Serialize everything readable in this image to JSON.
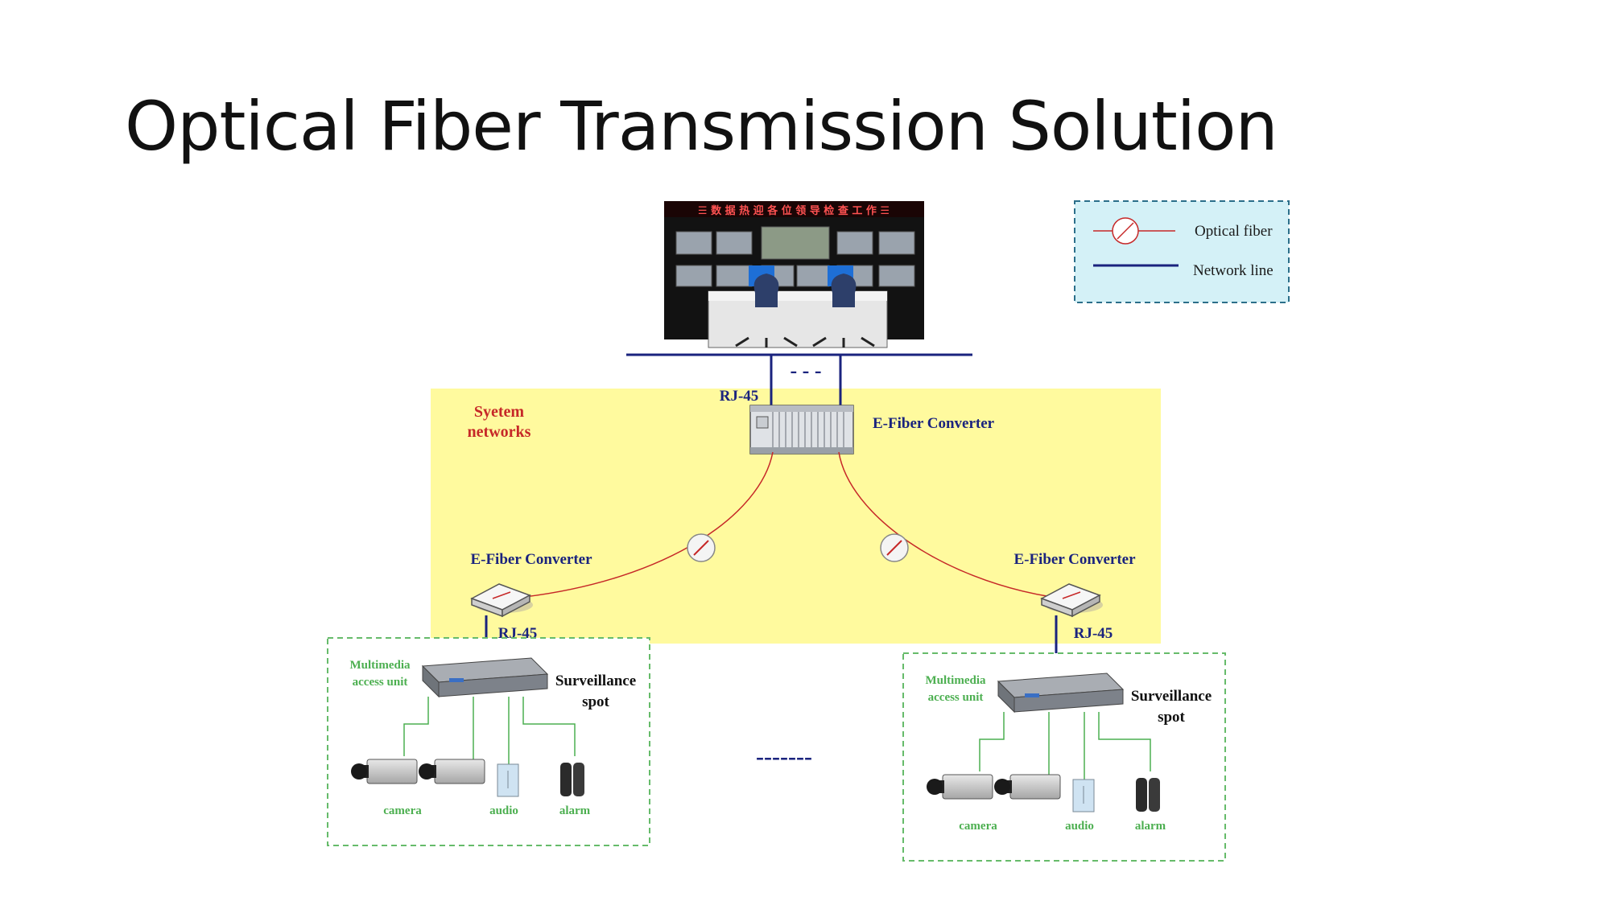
{
  "slide": {
    "title": "Optical Fiber Transmission Solution"
  },
  "legend": {
    "optical_fiber": "Optical fiber",
    "network_line": "Network line"
  },
  "control_center": {
    "led_banner": "☰ 数 据 热 迎 各 位 领 导 检 查 工 作 ☰",
    "link_ellipsis": "- - -"
  },
  "system_networks": {
    "label_line1": "Syetem",
    "label_line2": "networks"
  },
  "central_converter": {
    "port_label": "RJ-45",
    "label": "E-Fiber Converter"
  },
  "left_branch": {
    "converter_label": "E-Fiber Converter",
    "port_label": "RJ-45",
    "spot": {
      "access_unit_line1": "Multimedia",
      "access_unit_line2": "access unit",
      "title_line1": "Surveillance",
      "title_line2": "spot",
      "camera_label": "camera",
      "audio_label": "audio",
      "alarm_label": "alarm"
    }
  },
  "right_branch": {
    "converter_label": "E-Fiber Converter",
    "port_label": "RJ-45",
    "spot": {
      "access_unit_line1": "Multimedia",
      "access_unit_line2": "access unit",
      "title_line1": "Surveillance",
      "title_line2": "spot",
      "camera_label": "camera",
      "audio_label": "audio",
      "alarm_label": "alarm"
    }
  },
  "spots_ellipsis": "-------",
  "colors": {
    "network_line": "#1a237e",
    "optical_fiber": "#c62828",
    "system_zone": "#fffa9e",
    "legend_bg": "#d4f1f7",
    "spot_border": "#66bb6a",
    "device_wire": "#4caf50"
  }
}
